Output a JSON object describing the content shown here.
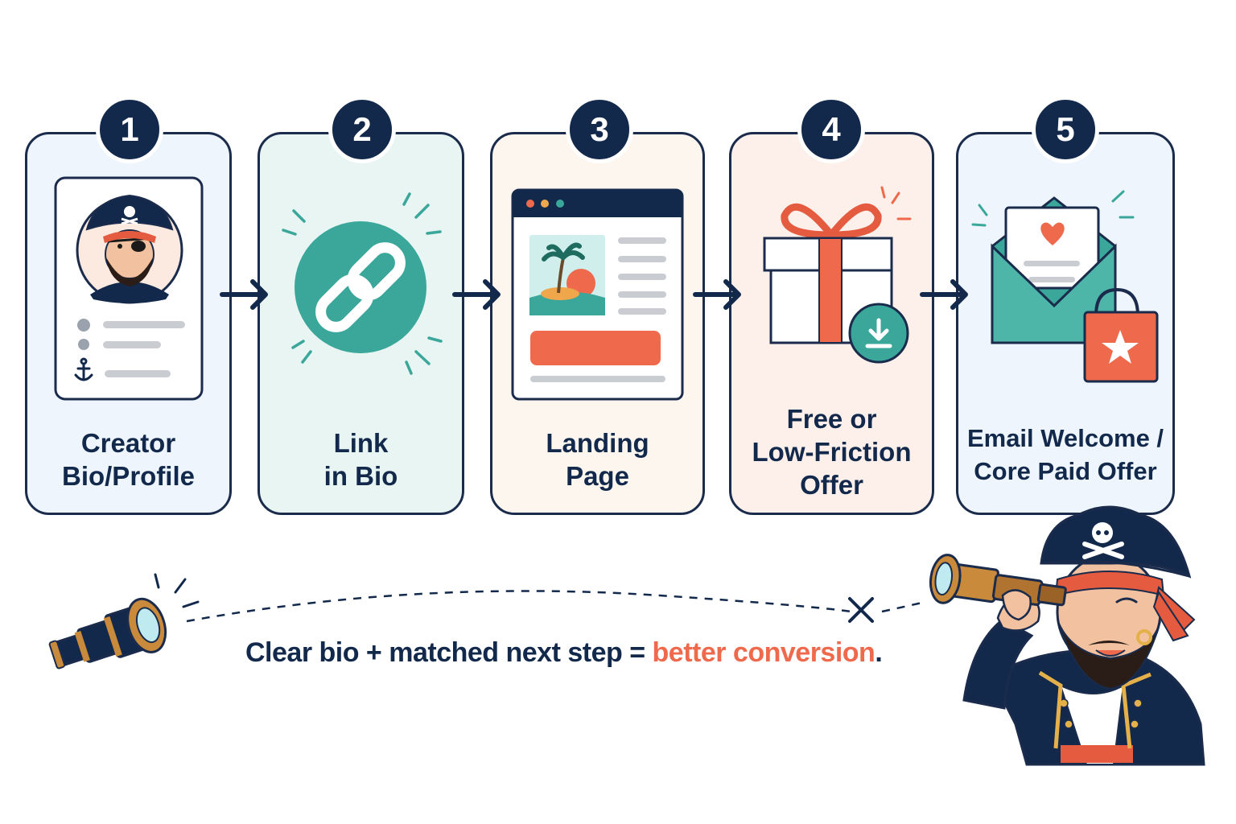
{
  "steps": [
    {
      "number": "1",
      "label": "Creator\nBio/Profile"
    },
    {
      "number": "2",
      "label": "Link\nin Bio"
    },
    {
      "number": "3",
      "label": "Landing\nPage"
    },
    {
      "number": "4",
      "label": "Free or\nLow-Friction\nOffer"
    },
    {
      "number": "5",
      "label": "Email Welcome /\nCore Paid Offer"
    }
  ],
  "caption": {
    "prefix": "Clear bio + matched next step = ",
    "highlight": "better conversion",
    "suffix": "."
  },
  "icons": {
    "step1": "pirate-profile-card-icon",
    "step2": "chain-link-icon",
    "step3": "browser-landing-page-icon",
    "step4": "gift-box-download-icon",
    "step5": "envelope-heart-shopping-bag-icon",
    "arrows": "arrow-right-icon",
    "telescope": "spyglass-icon",
    "mascot": "pirate-with-spyglass-icon"
  },
  "colors": {
    "navy": "#13294b",
    "teal": "#3aa79a",
    "coral": "#ef6a4d",
    "card1_bg": "#eef5fc",
    "card2_bg": "#e8f5f3",
    "card3_bg": "#fdf6ef",
    "card4_bg": "#fdf0ea",
    "card5_bg": "#eef5fc"
  }
}
